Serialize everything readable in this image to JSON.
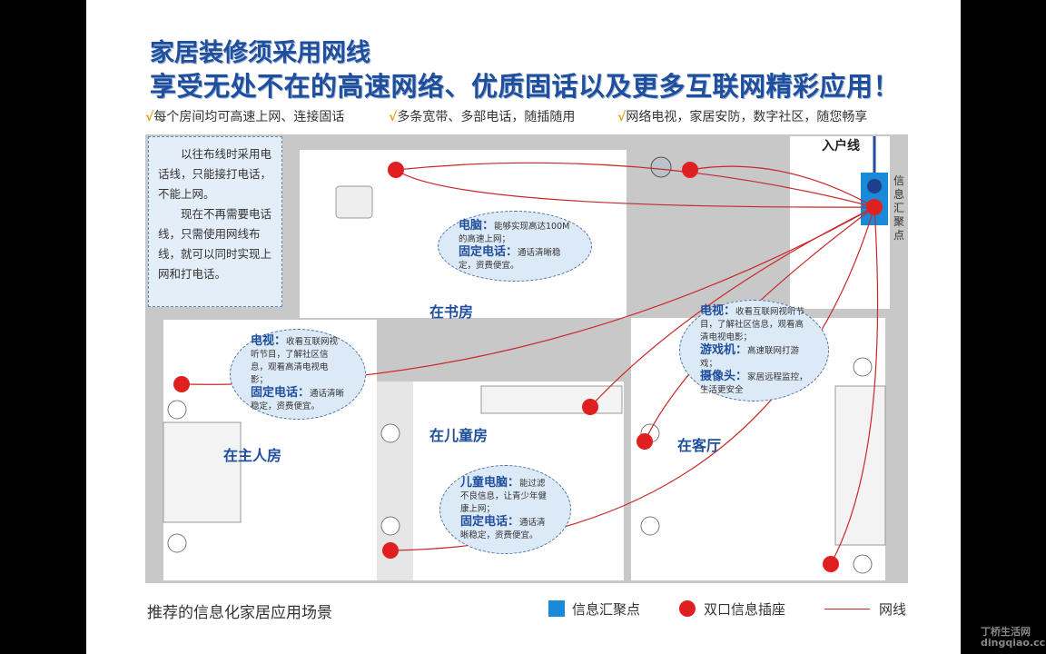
{
  "header": {
    "title_line1": "家居装修须采用网线",
    "title_line2": "享受无处不在的高速网络、优质固话以及更多互联网精彩应用！",
    "features": [
      {
        "check": "√",
        "text": "每个房间均可高速上网、连接固话"
      },
      {
        "check": "√",
        "text": "多条宽带、多部电话，随插随用"
      },
      {
        "check": "√",
        "text": "网络电视，家居安防，数字社区，随您畅享"
      }
    ]
  },
  "note": {
    "p1": "以往布线时采用电话线，只能接打电话，不能上网。",
    "p2": "现在不再需要电话线，只需使用网线布线，就可以同时实现上网和打电话。"
  },
  "labels": {
    "entry_line": "入户线",
    "hub": "信息汇聚点"
  },
  "rooms": {
    "study": {
      "name": "在书房",
      "b1": "电脑：",
      "t1": "能够实现高达100M的高速上网；",
      "b2": "固定电话：",
      "t2": "通话清晰稳定，资费便宜。"
    },
    "master": {
      "name": "在主人房",
      "b1": "电视：",
      "t1": "收看互联网视听节目，了解社区信息，观看高清电视电影；",
      "b2": "固定电话：",
      "t2": "通话清晰稳定，资费便宜。"
    },
    "children": {
      "name": "在儿童房",
      "b1": "儿童电脑：",
      "t1": "能过滤不良信息，让青少年健康上网；",
      "b2": "固定电话：",
      "t2": "通话清晰稳定，资费便宜。"
    },
    "living": {
      "name": "在客厅",
      "b1": "电视：",
      "t1": "收看互联网视听节目，了解社区信息，观看高清电视电影；",
      "b2": "游戏机：",
      "t2": "高速联网打游戏；",
      "b3": "摄像头：",
      "t3": "家居远程监控，生活更安全"
    }
  },
  "footer": {
    "caption": "推荐的信息化家居应用场景",
    "legend": [
      "信息汇聚点",
      "双口信息插座",
      "网线"
    ]
  },
  "watermark": {
    "name": "丁桥生活网",
    "url": "dingqiao.cc"
  },
  "colors": {
    "blue": "#1f4e9c",
    "hub": "#1a8ad8",
    "red": "#e02020",
    "wall": "#c8c8c8"
  }
}
